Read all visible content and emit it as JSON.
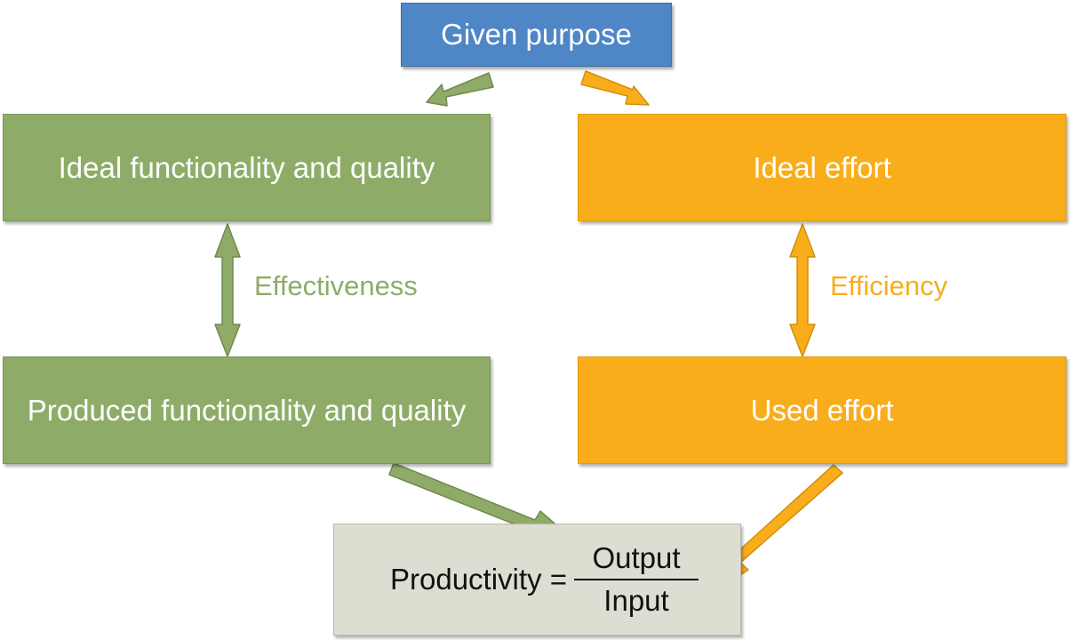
{
  "boxes": {
    "given_purpose": "Given purpose",
    "ideal_functionality": "Ideal functionality and quality",
    "produced_functionality": "Produced functionality and quality",
    "ideal_effort": "Ideal effort",
    "used_effort": "Used effort"
  },
  "labels": {
    "effectiveness": "Effectiveness",
    "efficiency": "Efficiency"
  },
  "formula": {
    "lhs": "Productivity =",
    "numerator": "Output",
    "denominator": "Input"
  },
  "colors": {
    "purpose": "#4f86c6",
    "effectiveness_green": "#8eac68",
    "efficiency_orange": "#f9ad1b",
    "productivity_box": "#deddd2"
  }
}
